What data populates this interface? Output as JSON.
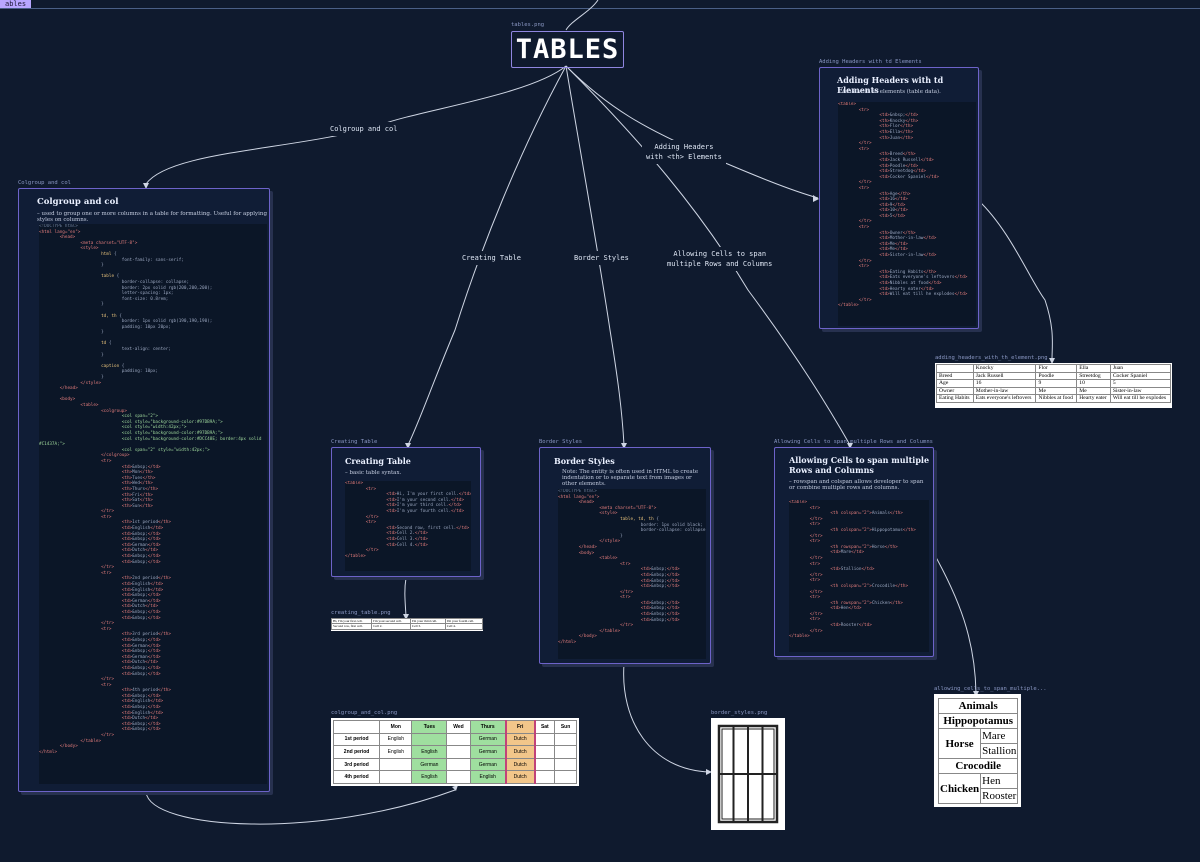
{
  "tab": {
    "label": "ables"
  },
  "title": {
    "caption": "tables.png",
    "text": "TABLES"
  },
  "edges": {
    "colgroup": "Colgroup and col",
    "headers_line1": "Adding Headers",
    "headers_line2": "with <th> Elements",
    "creating": "Creating Table",
    "border": "Border Styles",
    "span_line1": "Allowing Cells to span",
    "span_line2": "multiple Rows and Columns"
  },
  "cards": {
    "colgroup": {
      "caption": "Colgroup and col",
      "title": "Colgroup and col",
      "desc": "– used to group one or more columns in a table for formatting. Useful for applying styles on columns."
    },
    "headers": {
      "caption": "Adding Headers with td Elements",
      "title": "Adding Headers with td Elements",
      "desc": "– table with td elements (table data)."
    },
    "creating": {
      "caption": "Creating Table",
      "title": "Creating Table",
      "desc": "– basic table syntax."
    },
    "border": {
      "caption": "Border Styles",
      "title": "Border Styles",
      "desc": "Note: The   entity is often used in HTML to create indentation or to separate text from images or other elements."
    },
    "span": {
      "caption": "Allowing Cells to span multiple Rows and Columns",
      "title_line1": "Allowing Cells to span multiple",
      "title_line2": "Rows and Columns",
      "desc": "– rowspan and colspan allows developer to span or combine multiple rows and columns."
    }
  },
  "images": {
    "headers_img": {
      "caption": "adding_headers_with_th_element.png",
      "rows": [
        [
          "",
          "Knocky",
          "Flor",
          "Ella",
          "Juan"
        ],
        [
          "Breed",
          "Jack Russell",
          "Poodle",
          "Streetdog",
          "Cocker Spaniel"
        ],
        [
          "Age",
          "16",
          "9",
          "10",
          "5"
        ],
        [
          "Owner",
          "Mother-in-law",
          "Me",
          "Me",
          "Sister-in-law"
        ],
        [
          "Eating Habits",
          "Eats everyone's leftovers",
          "Nibbles at food",
          "Hearty eater",
          "Will eat till he explodes"
        ]
      ]
    },
    "creating_img": {
      "caption": "creating_table.png",
      "rows": [
        [
          "Hi, I'm your first cell.",
          "I'm your second cell.",
          "I'm your third cell.",
          "I'm your fourth cell."
        ],
        [
          "Second row, first cell.",
          "Cell 2.",
          "Cell 3.",
          "Cell 4."
        ]
      ]
    },
    "colgroup_img": {
      "caption": "colgroup_and_col.png",
      "header": [
        "",
        "Mon",
        "Tues",
        "Wed",
        "Thurs",
        "Fri",
        "Sat",
        "Sun"
      ],
      "rows": [
        [
          "1st period",
          "English",
          "",
          "",
          "German",
          "Dutch",
          "",
          ""
        ],
        [
          "2nd period",
          "English",
          "English",
          "",
          "German",
          "Dutch",
          "",
          ""
        ],
        [
          "3rd period",
          "",
          "German",
          "",
          "German",
          "Dutch",
          "",
          ""
        ],
        [
          "4th period",
          "",
          "English",
          "",
          "English",
          "Dutch",
          "",
          ""
        ]
      ]
    },
    "border_img": {
      "caption": "border_styles.png"
    },
    "span_img": {
      "caption": "allowing_cells_to_span_multiple...",
      "animals": "Animals",
      "hippo": "Hippopotamus",
      "horse": "Horse",
      "mare": "Mare",
      "stallion": "Stallion",
      "croc": "Crocodile",
      "chicken": "Chicken",
      "hen": "Hen",
      "rooster": "Rooster"
    }
  },
  "colors": {
    "background": "#0f1a2e",
    "card_border": "#6d63c9",
    "accent_green": "#9fdf9f",
    "accent_orange": "#f2c68a",
    "tab_chip": "#b8a6ff"
  }
}
